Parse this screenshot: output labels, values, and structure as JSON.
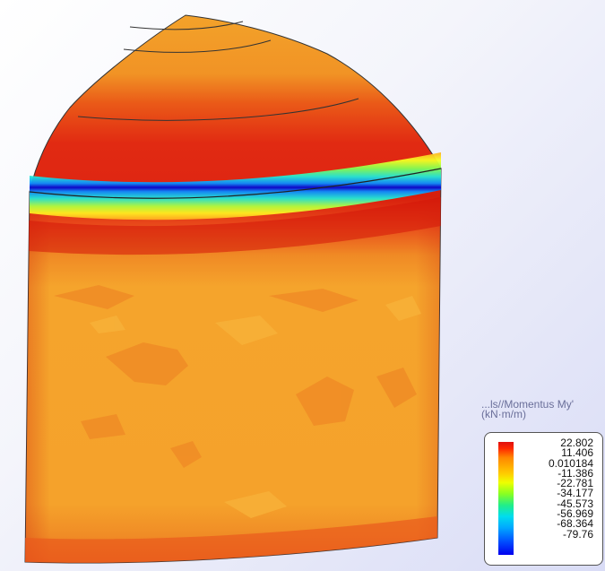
{
  "legend": {
    "title_line1": "...ls//Momentus My'",
    "title_line2": "(kN·m/m)",
    "values": [
      "22.802",
      "11.406",
      "0.010184",
      "-11.386",
      "-22.781",
      "-34.177",
      "-45.573",
      "-56.969",
      "-68.364",
      "-79.76"
    ]
  },
  "colors": {
    "orange": "#f5a12a",
    "red": "#e0200f",
    "blue": "#0a0ad8",
    "cyan": "#18d8e8",
    "background": "#e6e8f8"
  }
}
